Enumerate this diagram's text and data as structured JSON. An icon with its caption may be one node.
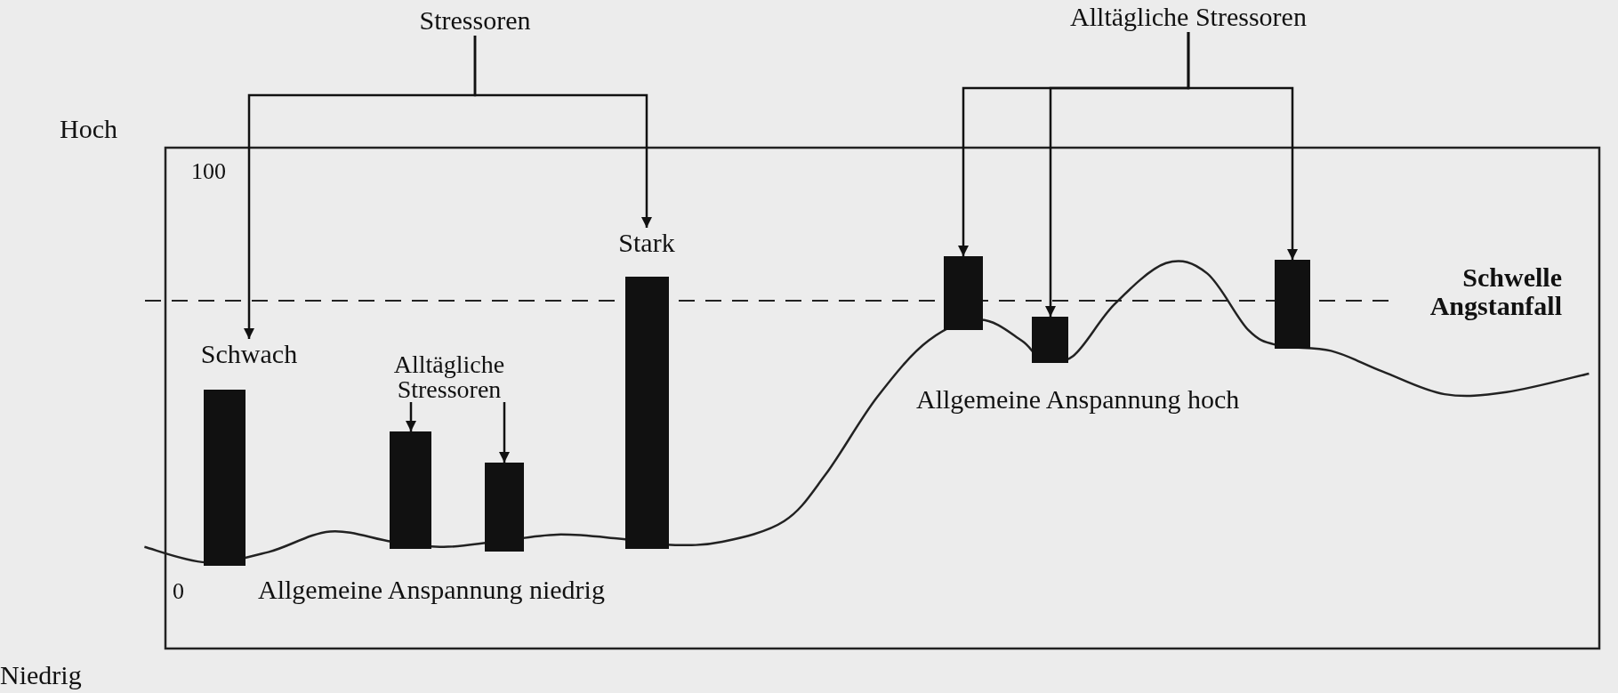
{
  "diagram": {
    "nodes": [
      {
        "text": [
          "Stressoren"
        ]
      },
      {
        "text": [
          "Alltägliche Stressoren"
        ]
      },
      {
        "text": [
          "Stark"
        ]
      },
      {
        "text": [
          "Schwach"
        ]
      },
      {
        "text": [
          "Alltägliche Stressoren"
        ]
      },
      {
        "text": [],
        "shape": "bar"
      },
      {
        "text": [],
        "shape": "bar"
      },
      {
        "text": [],
        "shape": "bar"
      },
      {
        "text": [],
        "shape": "bar"
      },
      {
        "text": [],
        "shape": "bar"
      },
      {
        "text": [],
        "shape": "bar"
      },
      {
        "text": [],
        "shape": "bar"
      }
    ],
    "edges": [
      {
        "from": 0,
        "to": 3,
        "arrow": "to"
      },
      {
        "from": 0,
        "to": 2,
        "arrow": "to"
      },
      {
        "from": 1,
        "to": 9,
        "arrow": "to"
      },
      {
        "from": 1,
        "to": 10,
        "arrow": "to"
      },
      {
        "from": 1,
        "to": 11,
        "arrow": "to"
      },
      {
        "from": 4,
        "to": 6,
        "arrow": "to"
      },
      {
        "from": 4,
        "to": 7,
        "arrow": "to"
      }
    ],
    "labels": [
      "Hoch",
      "100",
      "Schwelle Angstanfall",
      "Allgemeine Anspannung hoch",
      "0",
      "Allgemeine Anspannung niedrig",
      "Niedrig"
    ]
  }
}
